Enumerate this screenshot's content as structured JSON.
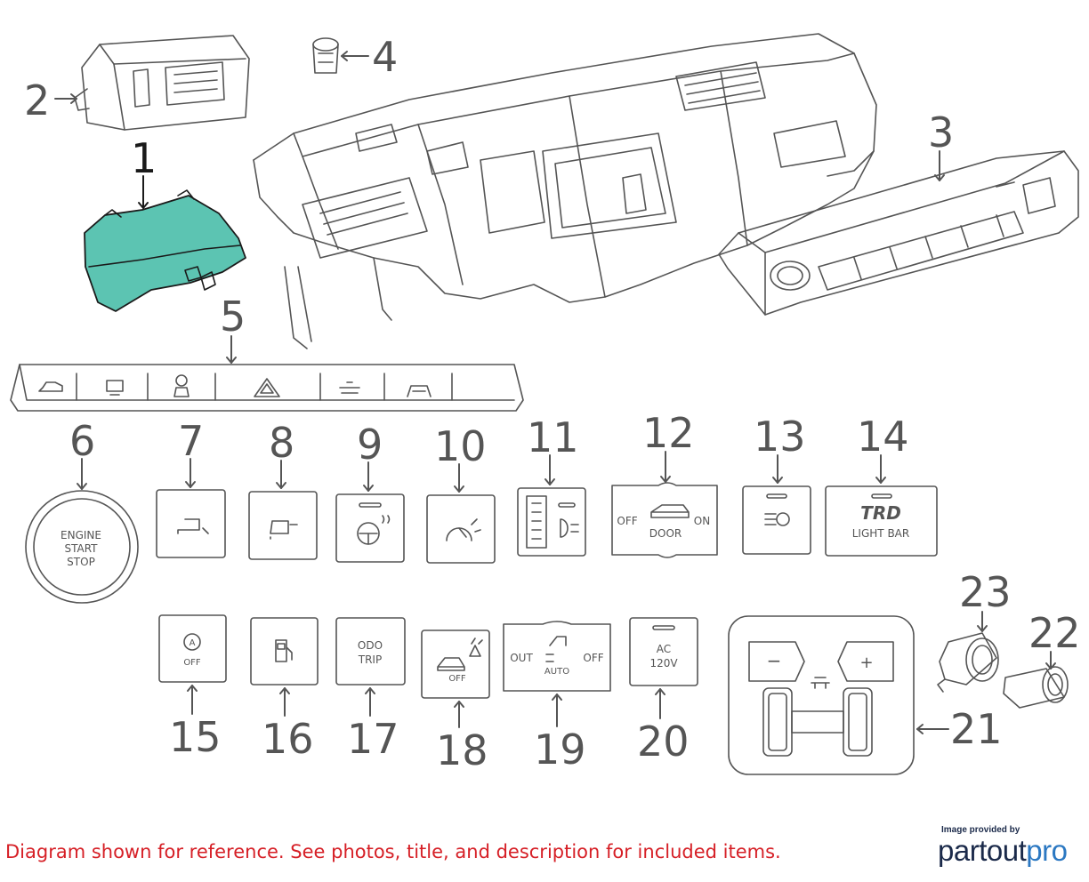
{
  "colors": {
    "line": "#555555",
    "highlight_fill": "#5cc4b2",
    "highlight_stroke": "#1a1a1a",
    "disclaimer": "#d61f26",
    "brand_dark": "#1b2a4a",
    "brand_accent": "#2b78c2"
  },
  "callouts": [
    "1",
    "2",
    "3",
    "4",
    "5",
    "6",
    "7",
    "8",
    "9",
    "10",
    "11",
    "12",
    "13",
    "14",
    "15",
    "16",
    "17",
    "18",
    "19",
    "20",
    "21",
    "22",
    "23"
  ],
  "buttons": {
    "engine": {
      "line1": "ENGINE",
      "line2": "START",
      "line3": "STOP"
    },
    "b12": {
      "off": "OFF",
      "label": "DOOR",
      "on": "ON"
    },
    "b14": {
      "brand": "TRD",
      "label": "LIGHT BAR"
    },
    "b15": {
      "icon": "A",
      "off": "OFF"
    },
    "b17": {
      "line1": "ODO",
      "line2": "TRIP"
    },
    "b18": {
      "off": "OFF"
    },
    "b19": {
      "out": "OUT",
      "auto": "AUTO",
      "off": "OFF"
    },
    "b20": {
      "line1": "AC",
      "line2": "120V"
    },
    "b21": {
      "minus": "−",
      "plus": "+"
    }
  },
  "footer": {
    "disclaimer": "Diagram shown for reference. See photos, title, and description for included items.",
    "credit": "Image provided by",
    "brand_main": "partout",
    "brand_accent": "pro"
  }
}
